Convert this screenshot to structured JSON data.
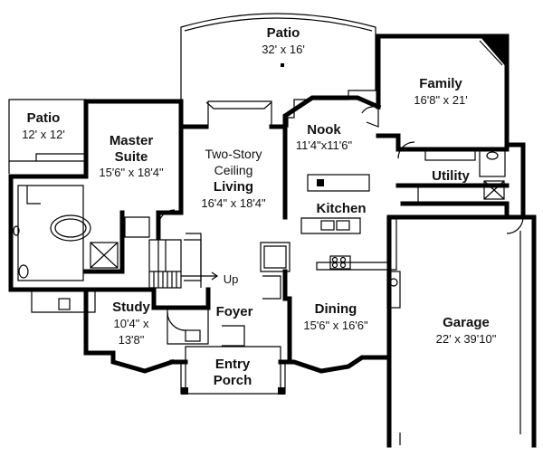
{
  "rooms": {
    "patio_top": {
      "name": "Patio",
      "dims": "32' x 16'"
    },
    "patio_left": {
      "name": "Patio",
      "dims": "12' x 12'"
    },
    "master": {
      "name1": "Master",
      "name2": "Suite",
      "dims": "15'6\" x 18'4\""
    },
    "living": {
      "note1": "Two-Story",
      "note2": "Ceiling",
      "name": "Living",
      "dims": "16'4\" x 18'4\""
    },
    "nook": {
      "name": "Nook",
      "dims": "11'4\"x11'6\""
    },
    "family": {
      "name": "Family",
      "dims": "16'8\" x 21'"
    },
    "utility": {
      "name": "Utility"
    },
    "kitchen": {
      "name": "Kitchen"
    },
    "study": {
      "name": "Study",
      "dims1": "10'4\" x",
      "dims2": "13'8\""
    },
    "foyer": {
      "name": "Foyer"
    },
    "dining": {
      "name": "Dining",
      "dims": "15'6\" x 16'6\""
    },
    "garage": {
      "name": "Garage",
      "dims": "22' x 39'10\""
    },
    "entry": {
      "name1": "Entry",
      "name2": "Porch"
    }
  },
  "stair_label": "Up"
}
